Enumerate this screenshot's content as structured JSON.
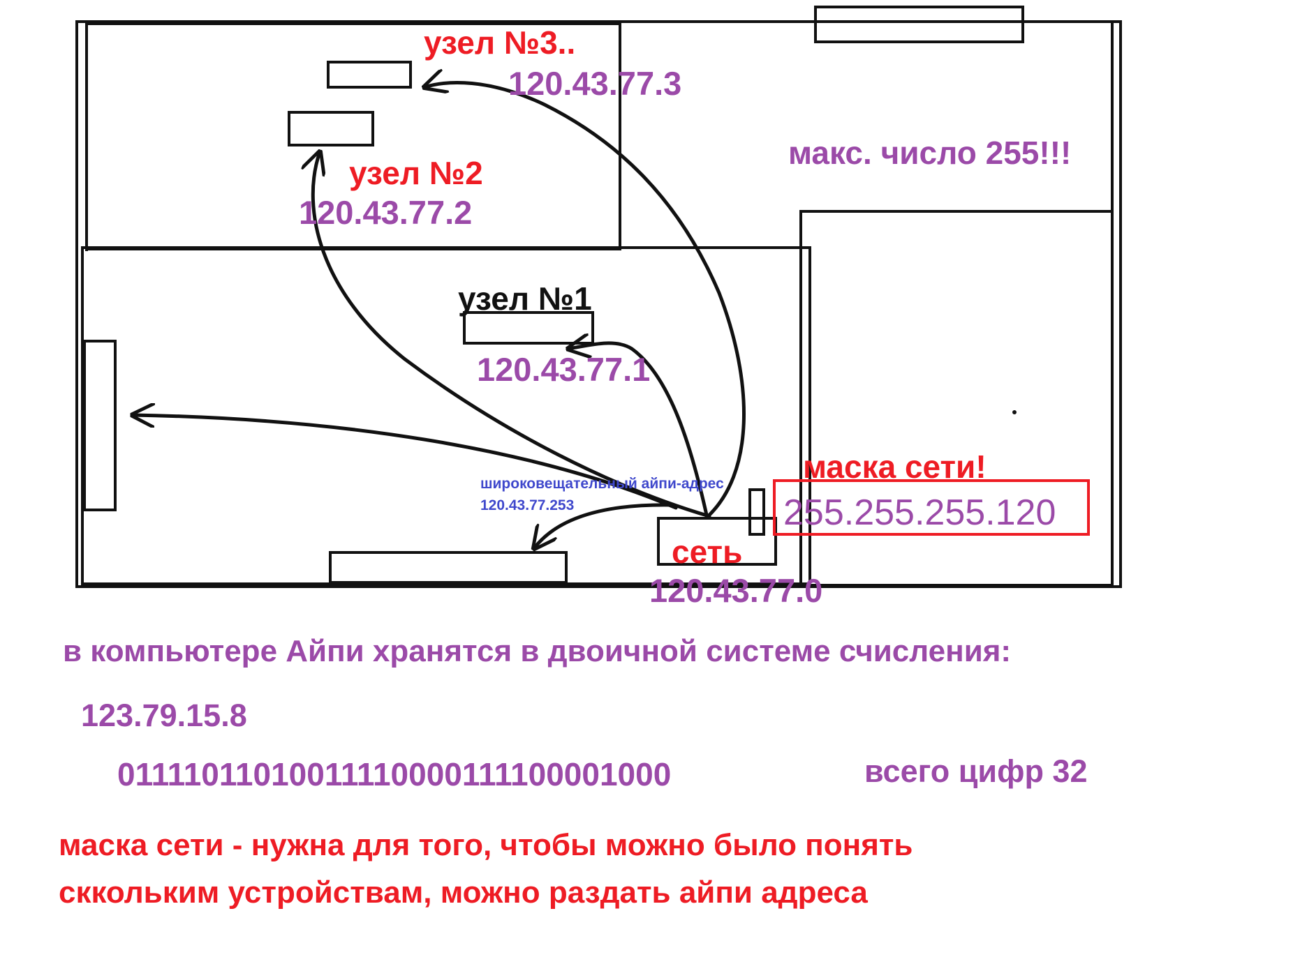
{
  "nodes": {
    "node3": {
      "title": "узел №3..",
      "ip": "120.43.77.3"
    },
    "node2": {
      "title": "узел №2",
      "ip": "120.43.77.2"
    },
    "node1": {
      "title": "узел №1",
      "ip": "120.43.77.1"
    }
  },
  "max_note": "макс. число 255!!!",
  "network": {
    "title": "сеть",
    "ip": "120.43.77.0"
  },
  "mask": {
    "title": "маска сети!",
    "value": "255.255.255.120"
  },
  "broadcast": {
    "title": "широковещательный айпи-адрес",
    "ip": "120.43.77.253"
  },
  "binary": {
    "intro": "в компьютере Айпи хранятся в двоичной системе счисления:",
    "example_ip": "123.79.15.8",
    "value": "01111011010011110000111100001000",
    "digits_note": "всего цифр 32"
  },
  "mask_explanation": {
    "line1": "маска сети - нужна для того, чтобы можно было понять",
    "line2": "сккольким устройствам, можно раздать айпи адреса"
  },
  "colors": {
    "title_red": "#ee1c24",
    "ip_purple": "#9b4aa8",
    "broadcast_blue": "#3f48cc",
    "line_black": "#111111"
  }
}
